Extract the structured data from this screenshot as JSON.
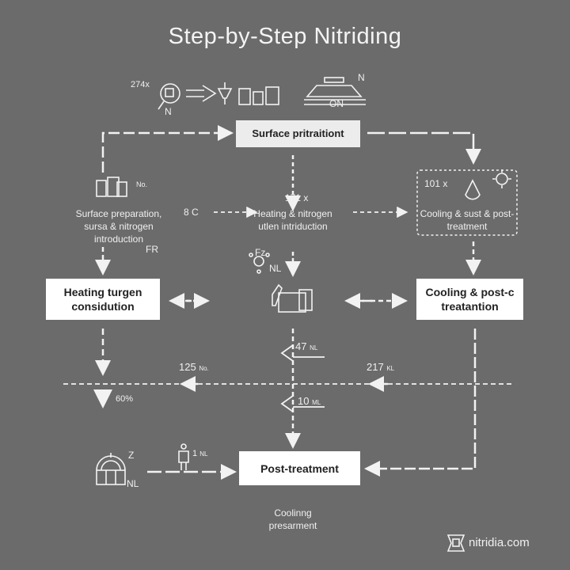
{
  "title": "Step-by-Step  Nitriding",
  "top_icons": {
    "count_label": "274x",
    "n_label": "N",
    "on_label": "ON",
    "magnifier_sub": "N"
  },
  "nodes": {
    "top": "Surface pritraitiont",
    "left_text": "Surface preparation, sursa & nitrogen introduction",
    "left_sub": "FR",
    "left_icon_label": "No.",
    "center_count": "171 x",
    "center_text": "Heating & nitrogen utlen intriduction",
    "right_count": "101 x",
    "right_text": "Cooling & sust & post-treatment",
    "left_box": "Heating turgen considution",
    "right_box": "Cooling & post-c treatantion",
    "bottom_box": "Post-treatment",
    "bottom_caption": "Coolinng presarment"
  },
  "labels": {
    "temp": "8 C",
    "center_icon_sub": "NL",
    "center_icon_fz": "Fz",
    "flow_47": "47",
    "flow_47_unit": "NL",
    "flow_10": "10",
    "flow_10_unit": "ML",
    "flow_125": "125",
    "flow_125_unit": "No.",
    "flow_217": "217",
    "flow_217_unit": "KL",
    "pct": "60%",
    "worker": "1",
    "worker_unit": "NL",
    "furnace_z": "Z",
    "furnace_unit": "NL"
  },
  "brand": {
    "name": "nitridia.com"
  },
  "colors": {
    "background": "#6b6b6b",
    "box": "#ffffff",
    "top_box": "#ececec",
    "line": "#f2f2f2"
  }
}
